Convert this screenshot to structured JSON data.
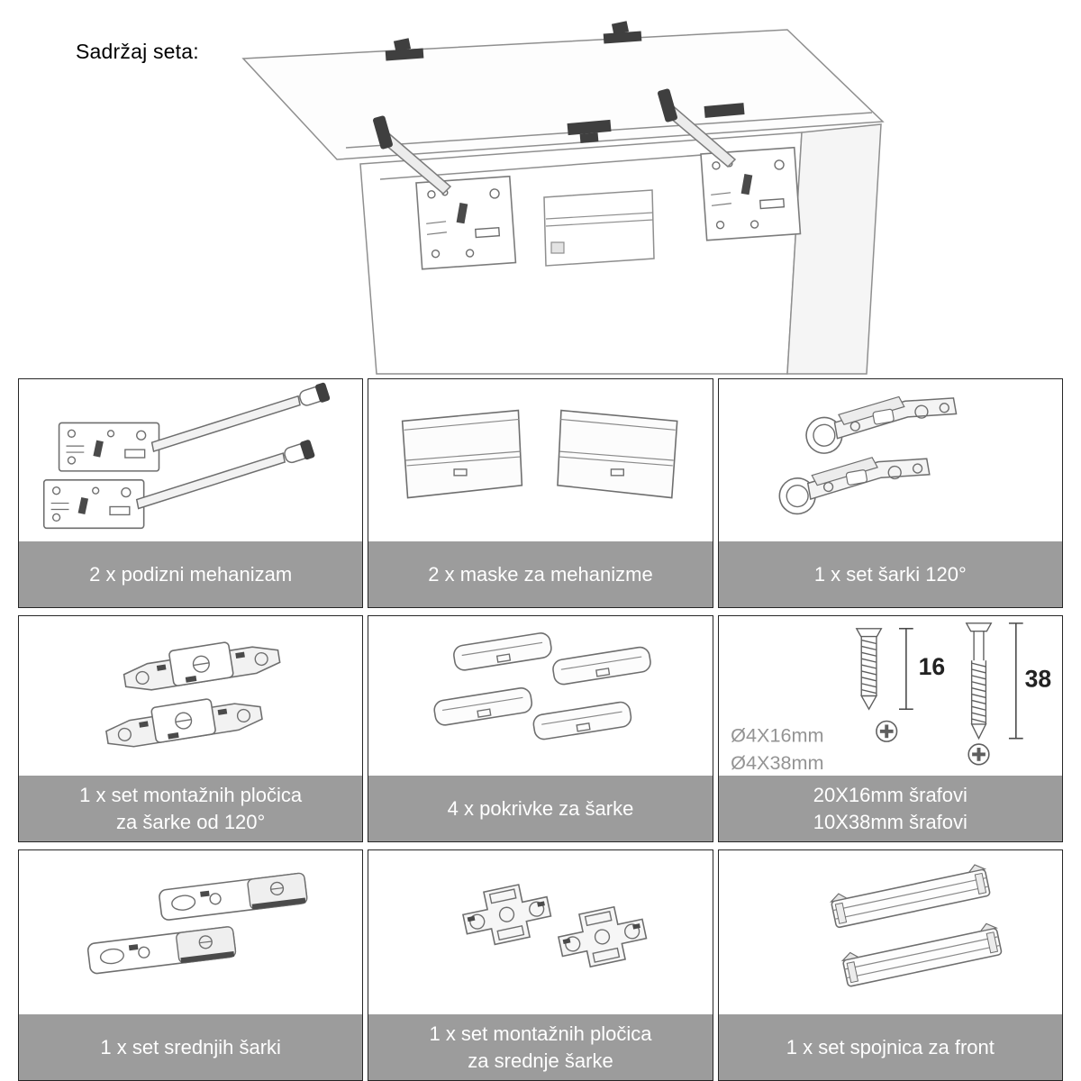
{
  "title": "Sadržaj seta:",
  "colors": {
    "caption_bg": "#9c9c9c",
    "caption_text": "#ffffff",
    "cell_border": "#262626",
    "drawing_stroke": "#6e6e6e"
  },
  "cells": [
    {
      "id": "lift-mechanisms",
      "caption_line1": "2 x podizni mehanizam",
      "caption_line2": ""
    },
    {
      "id": "mechanism-covers",
      "caption_line1": "2 x maske za mehanizme",
      "caption_line2": ""
    },
    {
      "id": "hinge-set-120",
      "caption_line1": "1 x set šarki 120°",
      "caption_line2": ""
    },
    {
      "id": "mounting-plates-120",
      "caption_line1": "1 x set montažnih pločica",
      "caption_line2": "za šarke od 120°"
    },
    {
      "id": "hinge-covers",
      "caption_line1": "4 x pokrivke za šarke",
      "caption_line2": ""
    },
    {
      "id": "screws",
      "caption_line1": "20X16mm šrafovi",
      "caption_line2": "10X38mm šrafovi",
      "annotations": {
        "short_length": "16",
        "long_length": "38",
        "short_spec": "Ø4X16mm",
        "long_spec": "Ø4X38mm"
      }
    },
    {
      "id": "middle-hinges",
      "caption_line1": "1 x set srednjih šarki",
      "caption_line2": ""
    },
    {
      "id": "mounting-plates-middle",
      "caption_line1": "1 x set montažnih pločica",
      "caption_line2": "za srednje šarke"
    },
    {
      "id": "front-connectors",
      "caption_line1": "1 x set spojnica za front",
      "caption_line2": ""
    }
  ]
}
